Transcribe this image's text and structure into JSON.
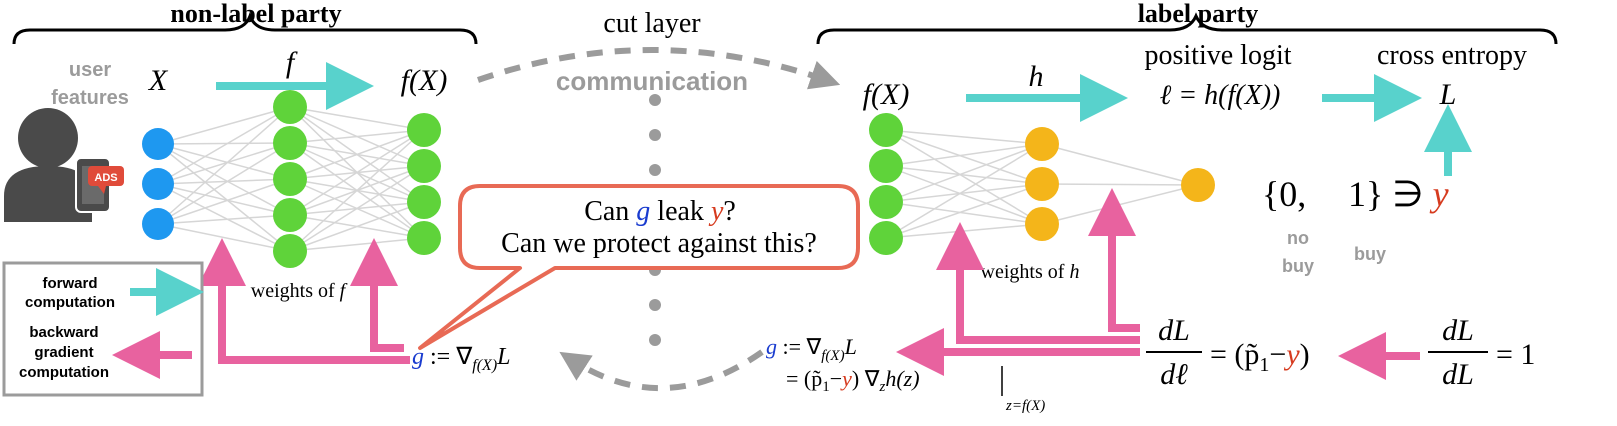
{
  "parties": {
    "non_label": "non-label party",
    "label": "label party"
  },
  "cut_layer": {
    "title": "cut layer",
    "communication": "communication"
  },
  "left": {
    "user_features_line1": "user",
    "user_features_line2": "features",
    "ads_badge": "ADS",
    "X": "X",
    "f": "f",
    "fX": "f(X)",
    "weights_f_prefix": "weights of ",
    "weights_f_var": "f"
  },
  "right": {
    "fX": "f(X)",
    "h": "h",
    "positive_logit": "positive logit",
    "logit_formula": "ℓ = h(f(X))",
    "cross_entropy": "cross entropy",
    "L": "L",
    "weights_h_prefix": "weights of ",
    "weights_h_var": "h",
    "set_open": "{0,",
    "set_close": "1} ∋ ",
    "y": "y",
    "no_buy_1": "no",
    "no_buy_2": "buy",
    "buy": "buy"
  },
  "bubble": {
    "line1_a": "Can ",
    "g": "g",
    "line1_b": " leak ",
    "y": "y",
    "line1_c": "?",
    "line2": "Can we protect against this?"
  },
  "legend": {
    "forward_1": "forward",
    "forward_2": "computation",
    "backward_1": "backward",
    "backward_2": "gradient",
    "backward_3": "computation"
  },
  "gradients": {
    "left_g": "g",
    "left_def": " := ∇",
    "left_sub": "f(X)",
    "left_L": "L",
    "mid_g": "g",
    "mid_def": " := ∇",
    "mid_sub": "f(X)",
    "mid_L": "L",
    "mid_line2_a": "= (p̃",
    "mid_line2_sub1": "1",
    "mid_line2_b": "−",
    "mid_line2_y": "y",
    "mid_line2_c": ") ∇",
    "mid_line2_zsub": "z",
    "mid_line2_d": "h(z)",
    "mid_eval": "z=f(X)",
    "dL": "dL",
    "dl": "dℓ",
    "eq_a": "= (p̃",
    "eq_sub": "1",
    "eq_b": "−",
    "eq_y": "y",
    "eq_c": ")",
    "dL2": "dL",
    "dL3": "dL",
    "eq_one": "= 1"
  },
  "colors": {
    "forward": "#58d2cc",
    "backward": "#e8629f",
    "input_node": "#1e98f0",
    "hidden_node": "#5fd33a",
    "right_node": "#f4b51a",
    "red_y": "#d63b1f",
    "blue_g": "#1a3ccf",
    "bubble": "#e86a55",
    "gray_text": "#9b9b9b"
  }
}
